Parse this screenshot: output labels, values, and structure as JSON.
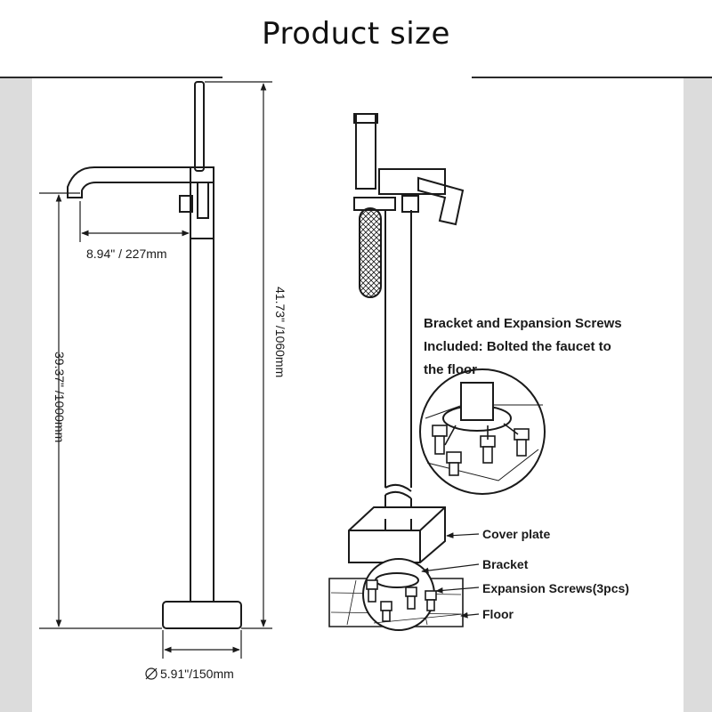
{
  "title": "Product size",
  "dimensions": {
    "spout_reach": "8.94\" / 227mm",
    "total_height": "41.73\" /1060mm",
    "spout_height": "39.37\" /1000mm",
    "base_diameter": "5.91\"/150mm"
  },
  "callout": {
    "lines": [
      "Bracket and Expansion Screws",
      "Included: Bolted the faucet to",
      "the floor"
    ]
  },
  "parts": {
    "cover_plate": "Cover plate",
    "bracket": "Bracket",
    "expansion_screws": "Expansion Screws(3pcs)",
    "floor": "Floor"
  },
  "colors": {
    "line": "#1a1a1a",
    "band": "#dcdcdc",
    "background": "#ffffff"
  }
}
